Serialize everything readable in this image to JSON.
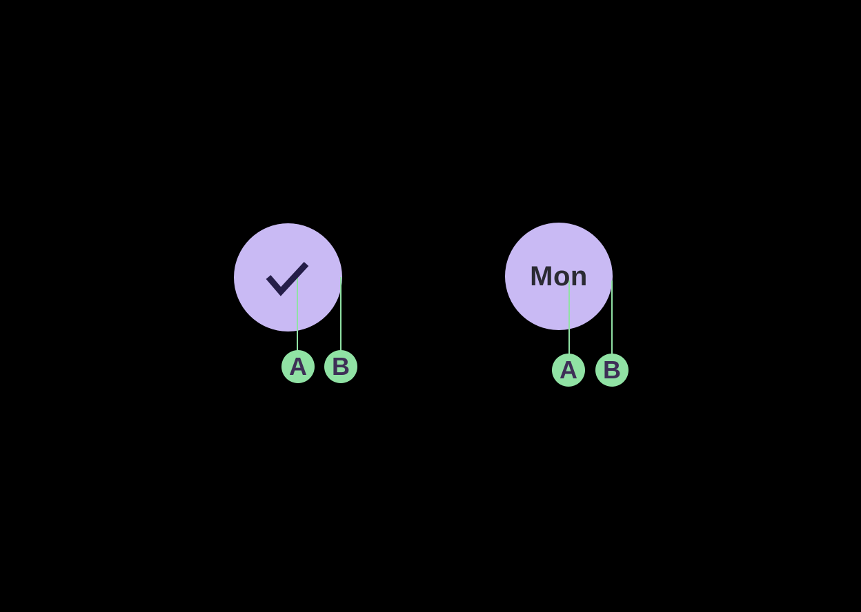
{
  "canvas": {
    "background": "#000000"
  },
  "colors": {
    "node_fill": "#c9baf4",
    "check_icon": "#251e48",
    "node_label_text": "#2b2b33",
    "connector": "#90e2a4",
    "port_fill": "#90e2a4",
    "port_text": "#3e2f57"
  },
  "nodes": [
    {
      "id": "check",
      "content_type": "icon",
      "icon": "checkmark-icon",
      "ports": [
        {
          "label": "A"
        },
        {
          "label": "B"
        }
      ]
    },
    {
      "id": "mon",
      "content_type": "text",
      "label": "Mon",
      "ports": [
        {
          "label": "A"
        },
        {
          "label": "B"
        }
      ]
    }
  ]
}
